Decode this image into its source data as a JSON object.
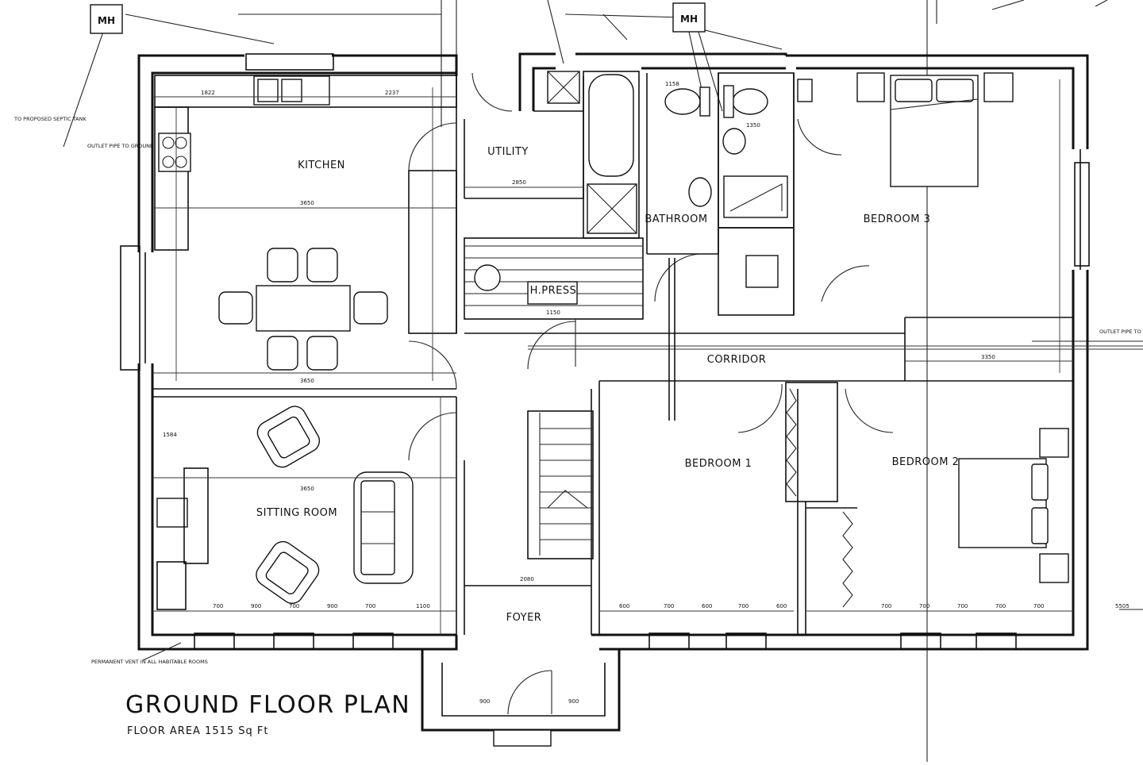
{
  "plan": {
    "title": "GROUND FLOOR PLAN",
    "subtitle": "FLOOR AREA 1515 Sq Ft",
    "manhole_label": "MH",
    "rooms": {
      "kitchen": "KITCHEN",
      "utility": "UTILITY",
      "bathroom": "BATHROOM",
      "bedroom3": "BEDROOM 3",
      "hpress": "H.PRESS",
      "corridor": "CORRIDOR",
      "bedroom1": "BEDROOM 1",
      "bedroom2": "BEDROOM 2",
      "sitting_room": "SITTING ROOM",
      "foyer": "FOYER"
    },
    "notes": {
      "septic": "TO PROPOSED SEPTIC TANK",
      "outlet_left": "OUTLET PIPE TO GROUND",
      "outlet_right": "OUTLET PIPE TO GROUND",
      "vent": "PERMANENT VENT IN ALL HABITABLE ROOMS"
    },
    "dimensions": {
      "kitchen_top_a": "1822",
      "kitchen_top_b": "2237",
      "kitchen_width": "3650",
      "dining_width": "3650",
      "sitting_width": "3650",
      "sitting_side": "1584",
      "utility_width": "2850",
      "bath_a": "1158",
      "bath_b": "1350",
      "bed3_width": "3350",
      "hall_width": "2080",
      "stairs": "1150",
      "bottom_left": [
        "700",
        "900",
        "700",
        "900",
        "700",
        "1100"
      ],
      "bottom_mid": [
        "600",
        "700",
        "600",
        "700",
        "600"
      ],
      "bottom_right": [
        "700",
        "700",
        "700",
        "700",
        "700"
      ],
      "right_edge": "5505",
      "foyer_bottom": [
        "900",
        "900"
      ]
    }
  }
}
